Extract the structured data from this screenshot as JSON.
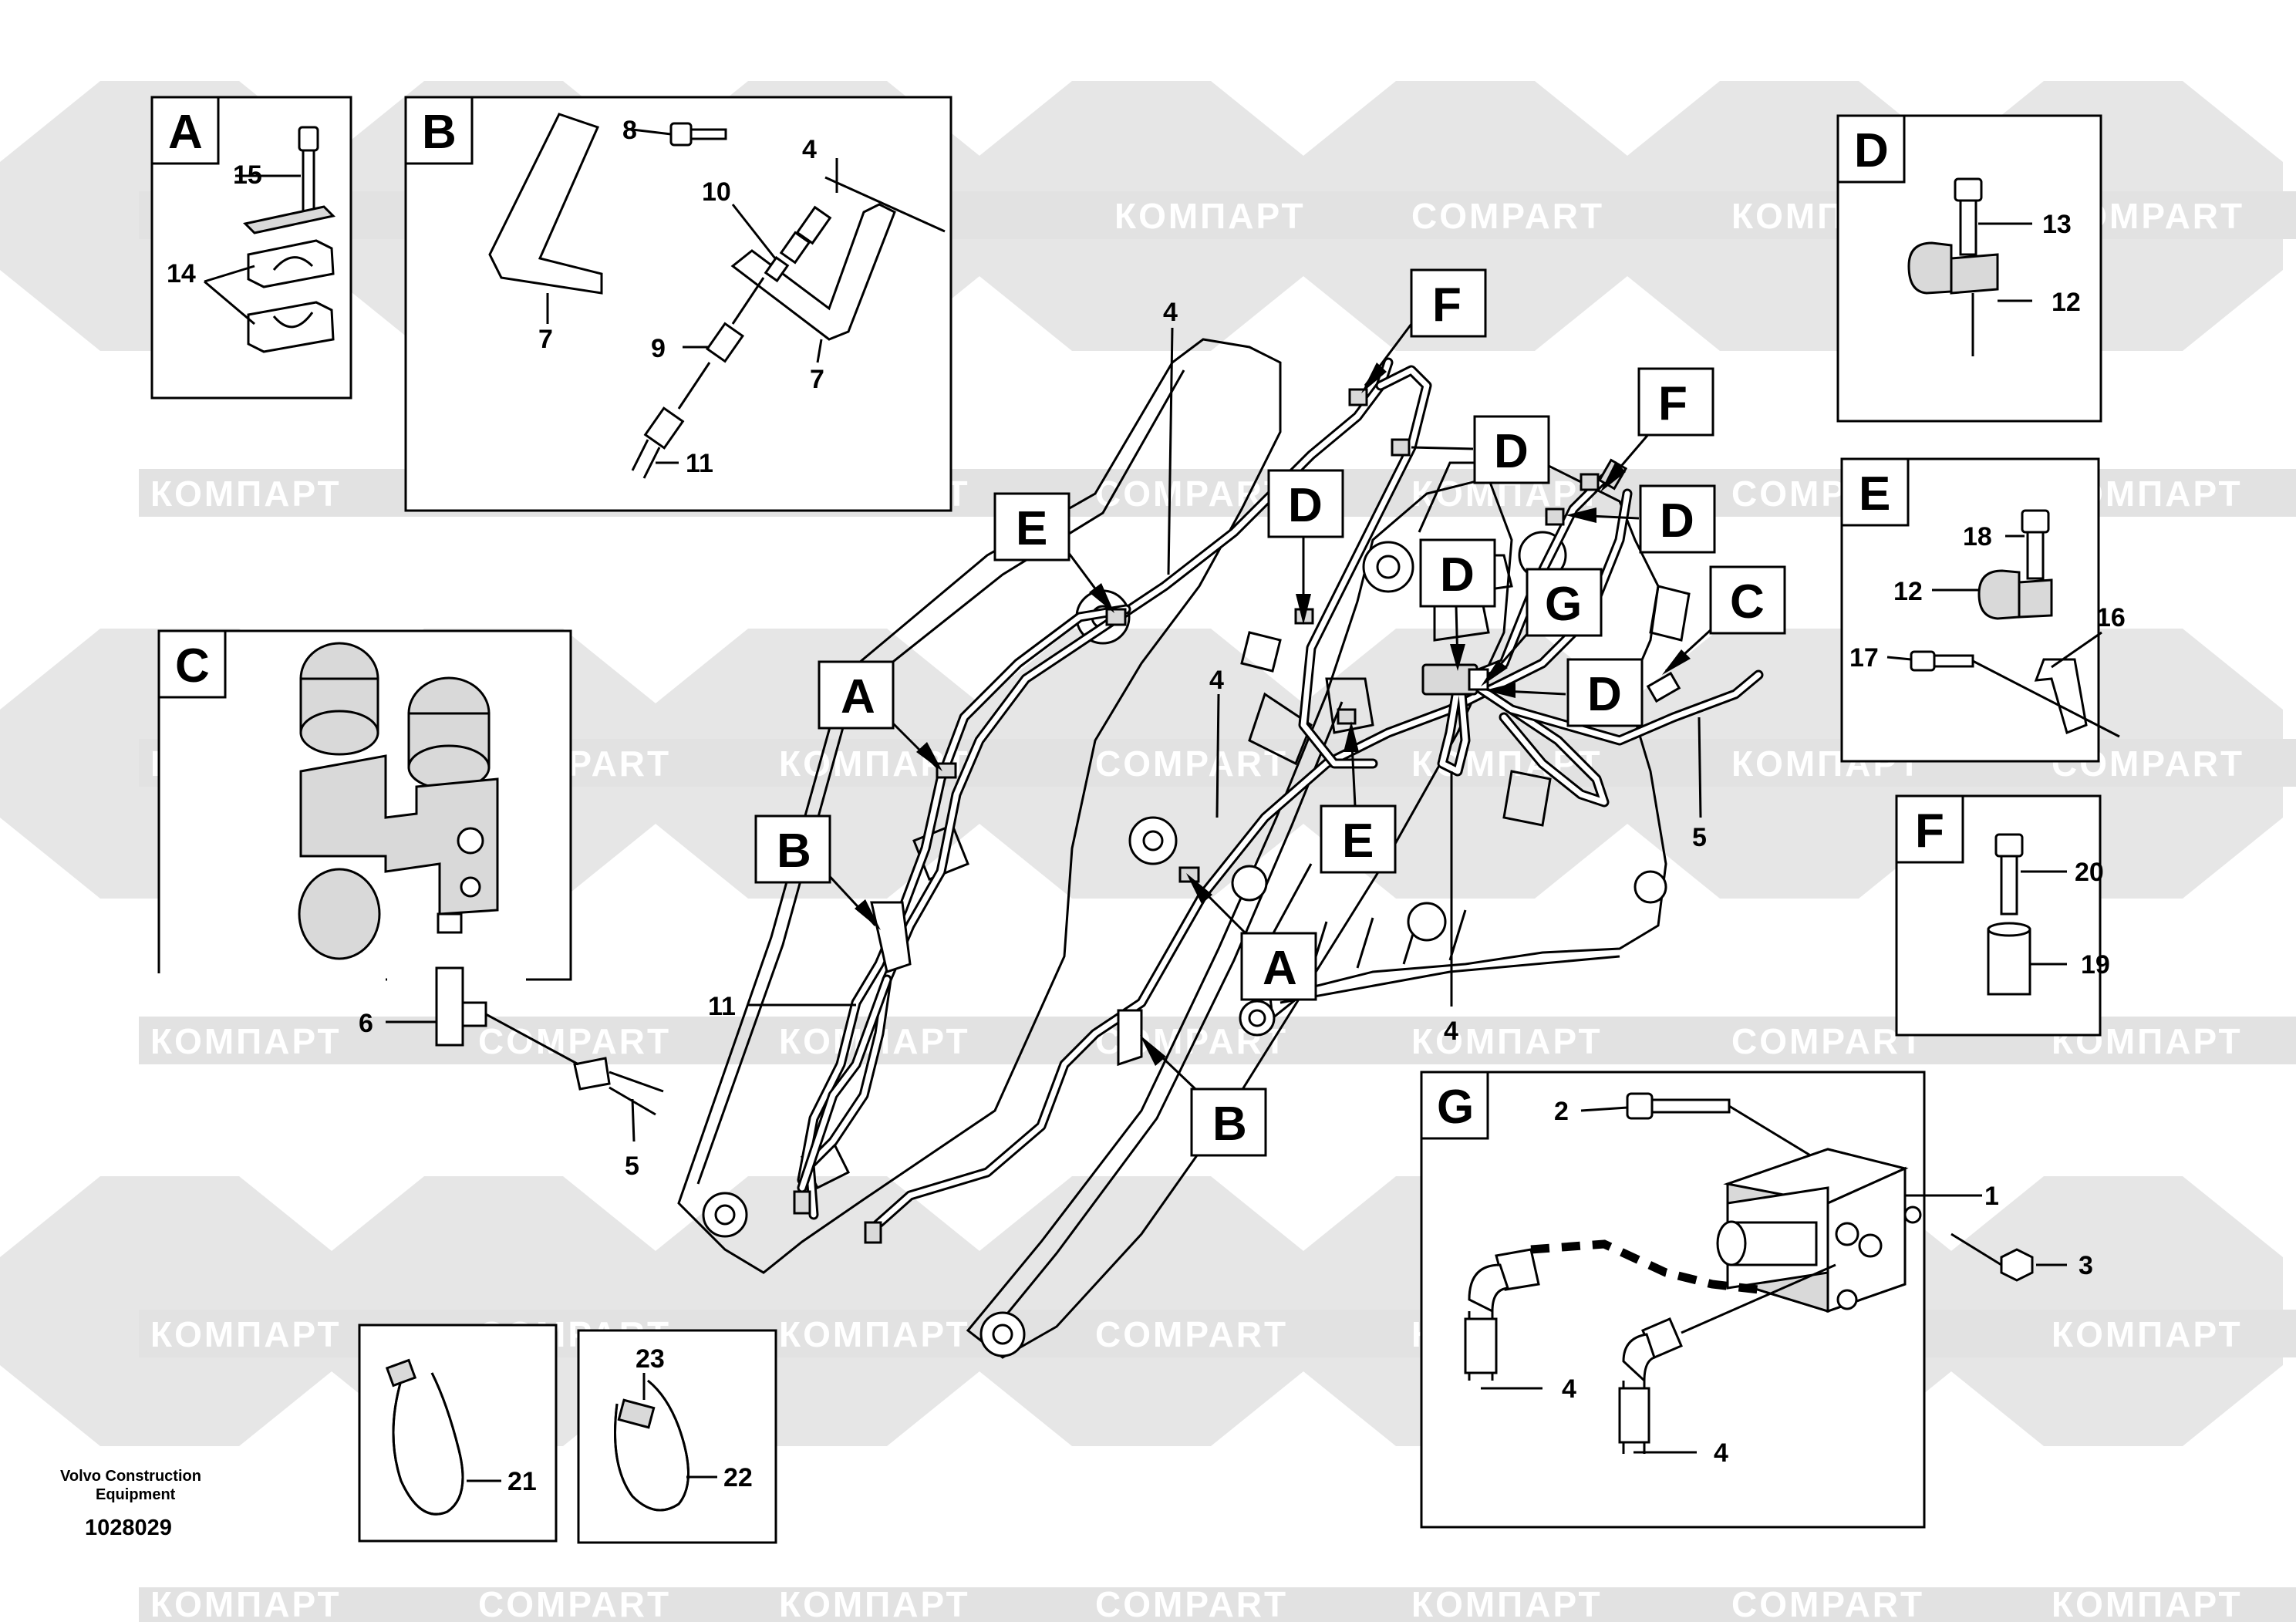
{
  "watermark": {
    "left": "КОМПАРТ",
    "right": "COMPART"
  },
  "footer": {
    "brand_line1": "Volvo Construction",
    "brand_line2": "Equipment",
    "doc_number": "1028029"
  },
  "insets": {
    "A": {
      "letter": "A",
      "labels": [
        "15",
        "14"
      ]
    },
    "B": {
      "letter": "B",
      "labels": [
        "8",
        "4",
        "10",
        "7",
        "9",
        "7",
        "11"
      ]
    },
    "C": {
      "letter": "C",
      "labels": [
        "6",
        "5"
      ]
    },
    "D": {
      "letter": "D",
      "labels": [
        "13",
        "12"
      ]
    },
    "E": {
      "letter": "E",
      "labels": [
        "18",
        "12",
        "16",
        "17"
      ]
    },
    "F": {
      "letter": "F",
      "labels": [
        "20",
        "19"
      ]
    },
    "G": {
      "letter": "G",
      "labels": [
        "2",
        "1",
        "3",
        "4",
        "4"
      ]
    },
    "T21": {
      "labels": [
        "21"
      ]
    },
    "T22": {
      "labels": [
        "23",
        "22"
      ]
    }
  },
  "main": {
    "callouts": [
      "F",
      "D",
      "F",
      "D",
      "D",
      "E",
      "D",
      "G",
      "C",
      "A",
      "D",
      "E",
      "B",
      "A",
      "B"
    ],
    "labels": [
      "4",
      "4",
      "5",
      "11",
      "4"
    ]
  }
}
